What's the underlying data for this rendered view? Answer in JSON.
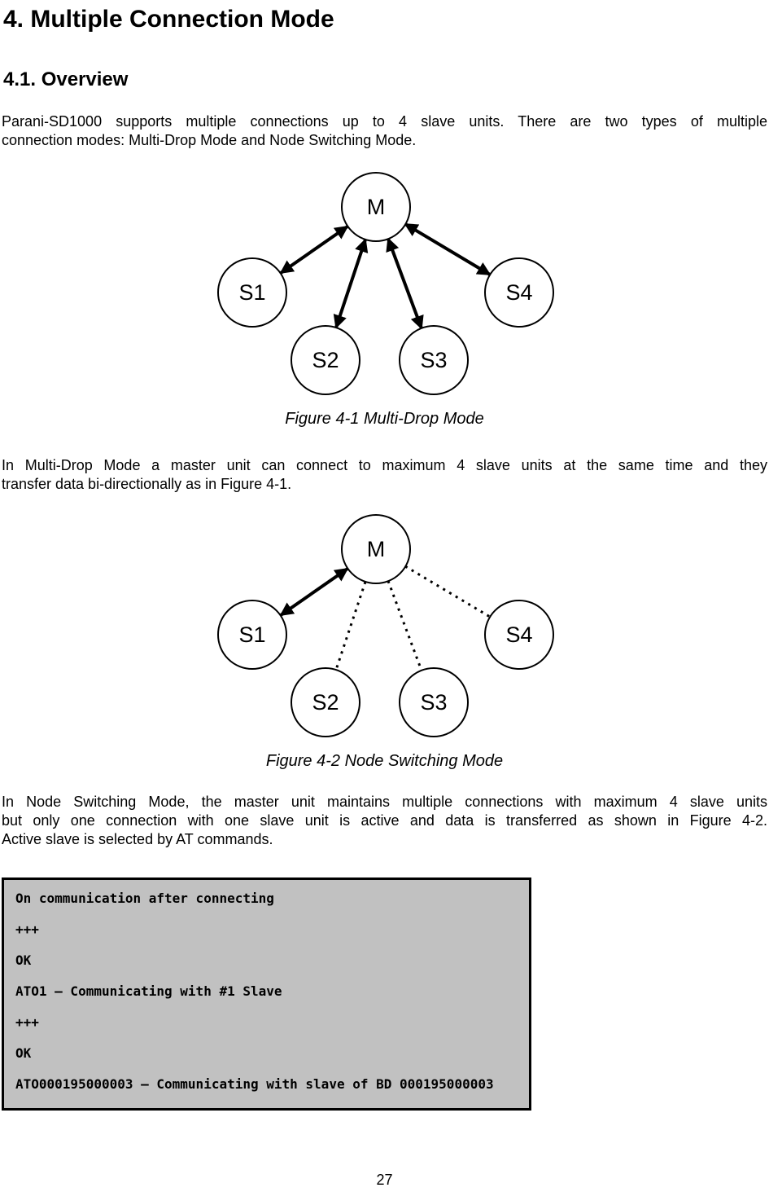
{
  "document": {
    "heading1": "4. Multiple Connection Mode",
    "heading2": "4.1. Overview",
    "paragraphs": {
      "p1_lines": [
        "Parani-SD1000 supports multiple connections up to 4 slave units. There are two types of multiple",
        "connection modes: Multi-Drop Mode and Node Switching Mode."
      ],
      "p2_lines": [
        "In Multi-Drop Mode a master unit can connect to maximum 4 slave units at the same time and they",
        "transfer data bi-directionally as in Figure 4-1."
      ],
      "p3_lines": [
        "In Node Switching Mode, the master unit maintains multiple connections with maximum 4 slave units",
        "but only one connection with one slave unit is active and data is transferred as shown in Figure 4-2.",
        "Active slave is selected by AT commands."
      ]
    },
    "page_number": "27"
  },
  "figure1": {
    "caption": "Figure 4-1 Multi-Drop Mode",
    "type": "node-diagram",
    "nodes": {
      "M": "M",
      "S1": "S1",
      "S2": "S2",
      "S3": "S3",
      "S4": "S4"
    },
    "edges": [
      {
        "from": "M",
        "to": "S1",
        "style": "solid-double-arrow"
      },
      {
        "from": "M",
        "to": "S2",
        "style": "solid-double-arrow"
      },
      {
        "from": "M",
        "to": "S3",
        "style": "solid-double-arrow"
      },
      {
        "from": "M",
        "to": "S4",
        "style": "solid-double-arrow"
      }
    ]
  },
  "figure2": {
    "caption": "Figure 4-2 Node Switching Mode",
    "type": "node-diagram",
    "nodes": {
      "M": "M",
      "S1": "S1",
      "S2": "S2",
      "S3": "S3",
      "S4": "S4"
    },
    "edges": [
      {
        "from": "M",
        "to": "S1",
        "style": "solid-double-arrow"
      },
      {
        "from": "M",
        "to": "S2",
        "style": "dotted"
      },
      {
        "from": "M",
        "to": "S3",
        "style": "dotted"
      },
      {
        "from": "M",
        "to": "S4",
        "style": "dotted"
      }
    ]
  },
  "terminal": {
    "background_color": "#c1c1c1",
    "lines": [
      "On communication after connecting",
      "+++",
      "OK",
      "ATO1 – Communicating with #1 Slave",
      "+++",
      "OK",
      "ATO000195000003 – Communicating with slave of BD 000195000003"
    ]
  }
}
